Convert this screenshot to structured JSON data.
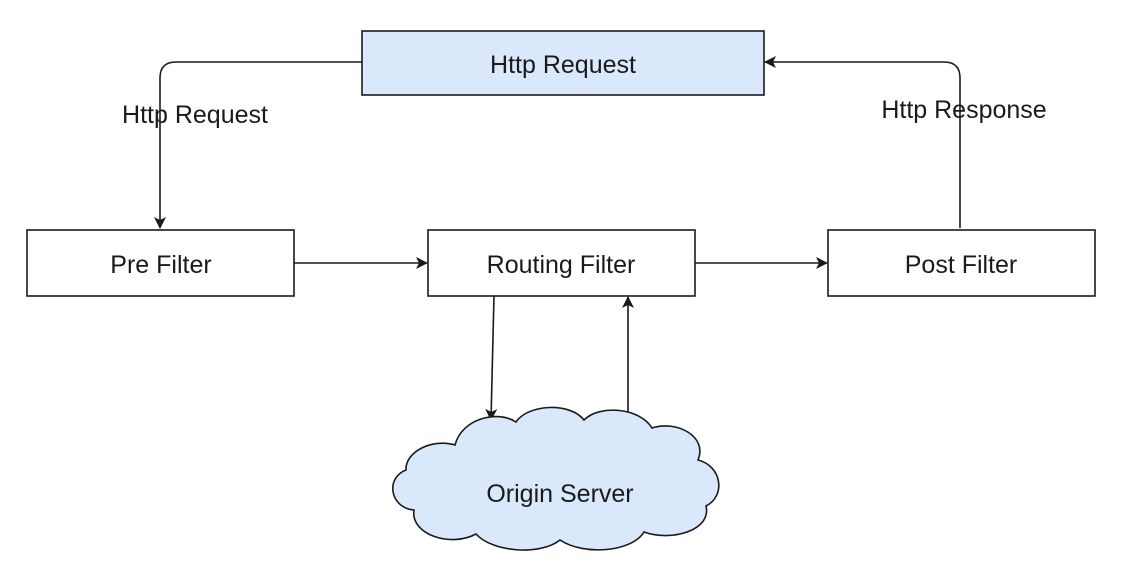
{
  "nodes": {
    "http_request": {
      "label": "Http Request"
    },
    "pre_filter": {
      "label": "Pre Filter"
    },
    "routing_filter": {
      "label": "Routing Filter"
    },
    "post_filter": {
      "label": "Post Filter"
    },
    "origin_server": {
      "label": "Origin Server"
    }
  },
  "edges": {
    "request_to_pre": {
      "label": "Http Request"
    },
    "post_to_request": {
      "label": "Http Response"
    }
  },
  "colors": {
    "node_fill_highlight": "#dae8fc",
    "node_fill": "#ffffff",
    "stroke": "#1a1a1a"
  }
}
